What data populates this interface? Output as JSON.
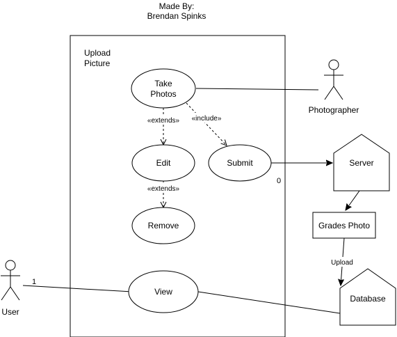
{
  "header": {
    "line1": "Made By:",
    "line2": "Brendan Spinks"
  },
  "system": {
    "title_line1": "Upload",
    "title_line2": "Picture"
  },
  "use_cases": {
    "take_photos_line1": "Take",
    "take_photos_line2": "Photos",
    "edit": "Edit",
    "submit": "Submit",
    "remove": "Remove",
    "view": "View"
  },
  "relations": {
    "extends_1": "«extends»",
    "include": "«include»",
    "extends_2": "«extends»",
    "upload": "Upload",
    "submit_multiplicity": "0",
    "user_multiplicity": "1"
  },
  "actors": {
    "photographer": "Photographer",
    "user": "User"
  },
  "nodes": {
    "server": "Server",
    "grades_photo": "Grades Photo",
    "database": "Database"
  }
}
